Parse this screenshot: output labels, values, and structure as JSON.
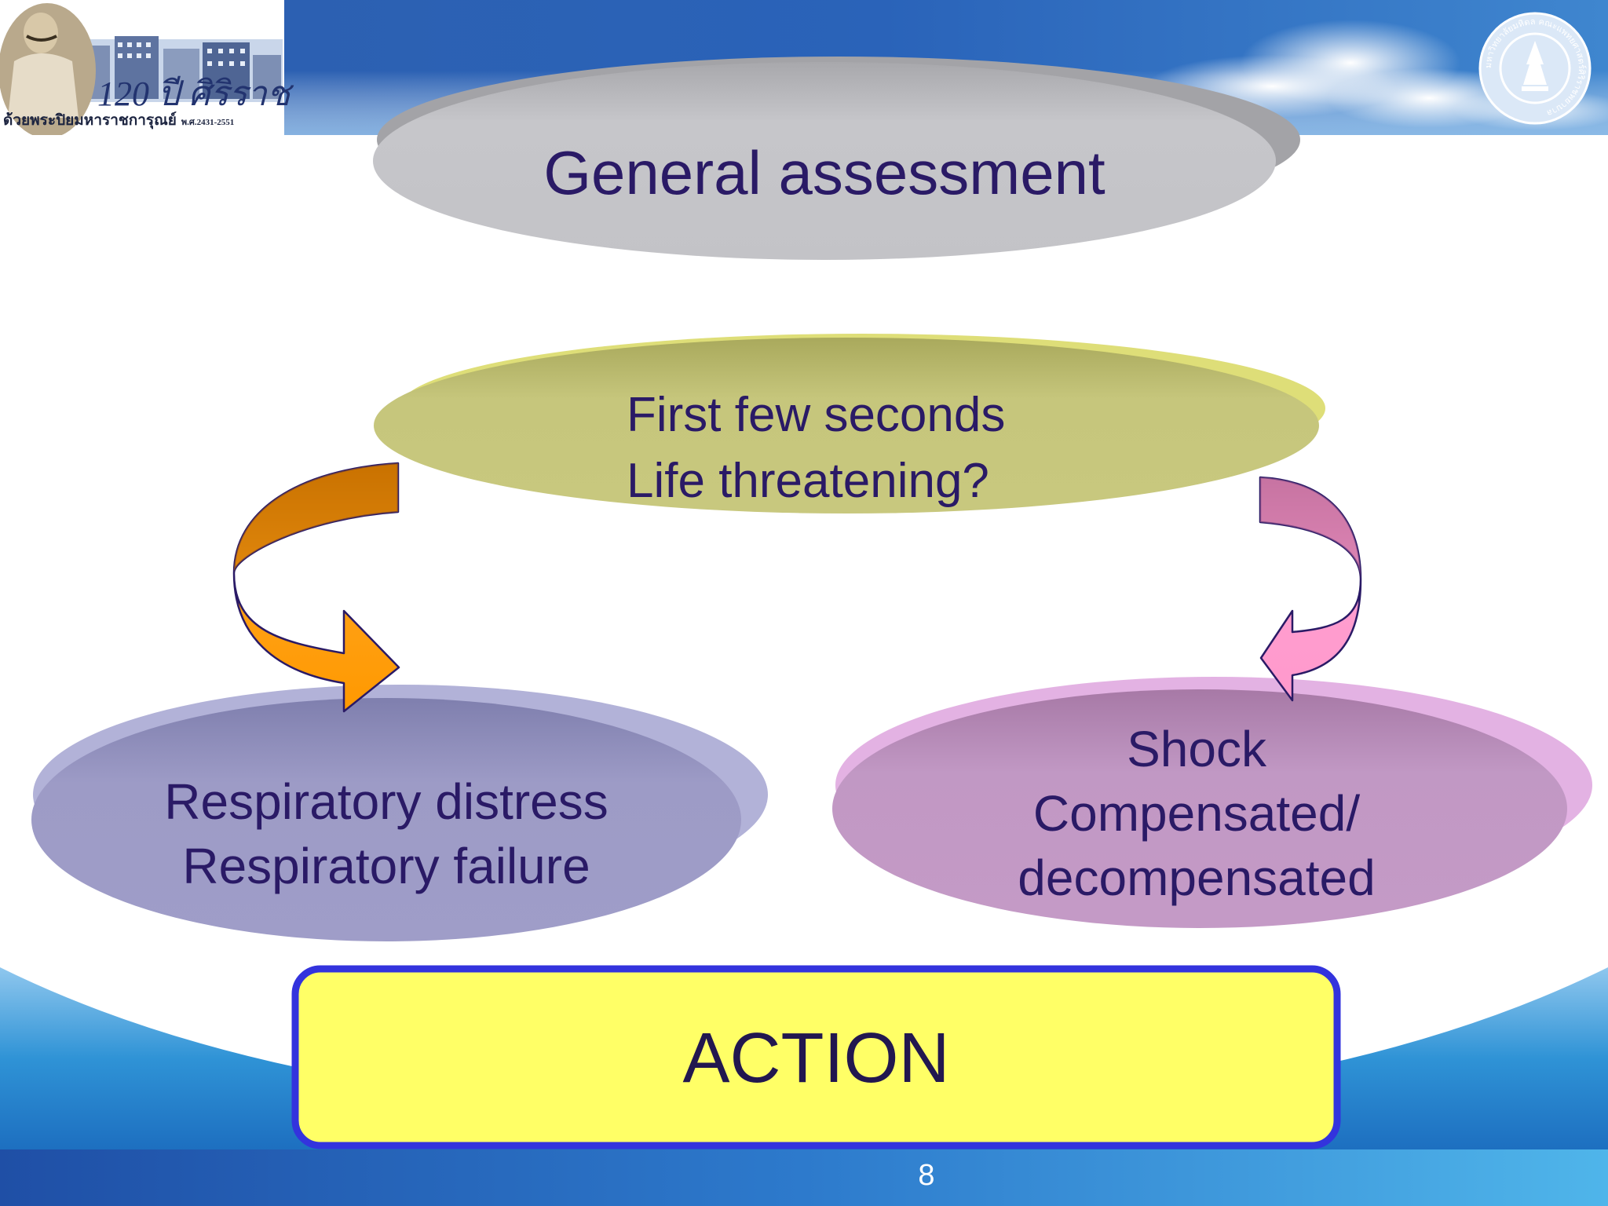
{
  "header": {
    "logo_year_text": "120 ปี ศิริราช",
    "logo_motto_text": "ด้วยพระปิยมหาราชการุณย์",
    "logo_years_range": "พ.ศ.2431-2551",
    "seal_text": "มหาวิทยาลัยมหิดล คณะแพทยศาสตร์ศิริราชพยาบาล"
  },
  "diagram": {
    "nodes": {
      "general": {
        "text": "General assessment",
        "color": "#c4c4c8"
      },
      "first_line1": {
        "text": "First few seconds"
      },
      "first_line2": {
        "text": "Life threatening?"
      },
      "resp_line1": {
        "text": "Respiratory distress"
      },
      "resp_line2": {
        "text": "Respiratory failure"
      },
      "shock_line1": {
        "text": "Shock"
      },
      "shock_line2": {
        "text": "Compensated/"
      },
      "shock_line3": {
        "text": "decompensated"
      },
      "action": {
        "text": "ACTION",
        "fill": "#ffff66",
        "border": "#3333dd"
      }
    },
    "arrows": [
      {
        "from": "first",
        "to": "resp",
        "color": "#ff9900"
      },
      {
        "from": "first",
        "to": "shock",
        "color": "#ff99cc"
      }
    ]
  },
  "footer": {
    "page_number": "8"
  }
}
